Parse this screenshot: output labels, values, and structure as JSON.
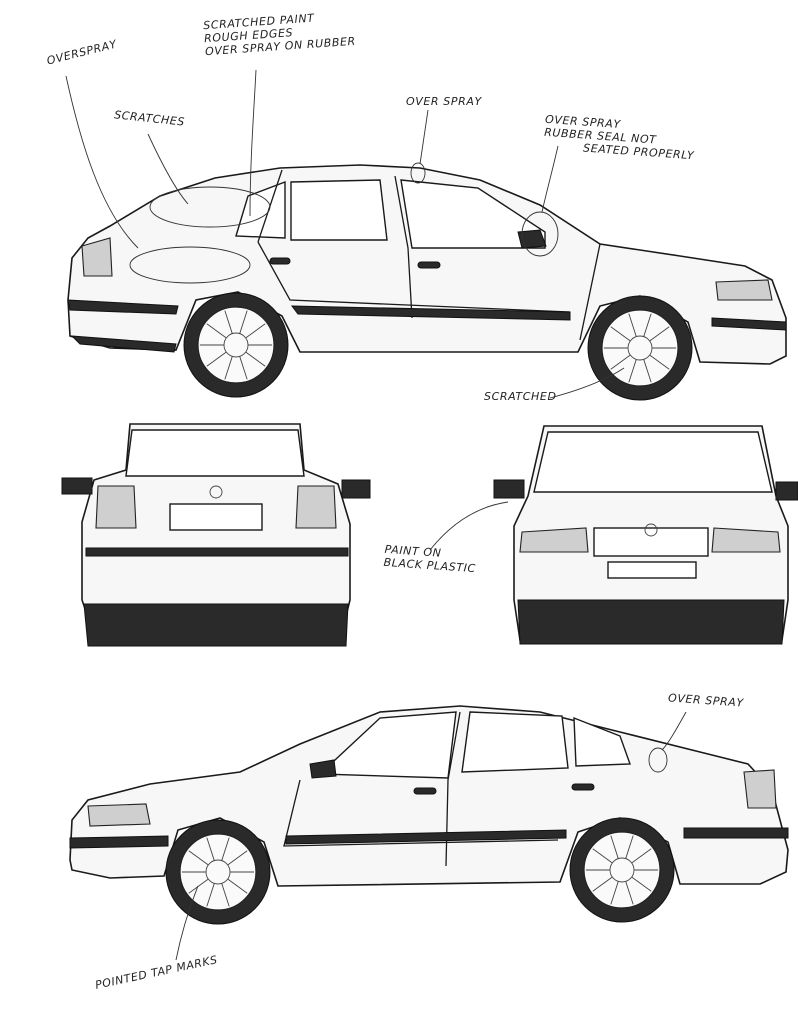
{
  "annotations": {
    "overspray_rear": {
      "lines": [
        "OVERSPRAY"
      ]
    },
    "scratches": {
      "lines": [
        "SCRATCHES"
      ]
    },
    "scratched_paint": {
      "lines": [
        "SCRATCHED PAINT",
        "ROUGH EDGES",
        "OVER SPRAY ON RUBBER"
      ]
    },
    "overspray_roof": {
      "lines": [
        "OVER SPRAY"
      ]
    },
    "overspray_seal": {
      "lines": [
        "OVER SPRAY",
        "RUBBER SEAL NOT",
        "SEATED PROPERLY"
      ]
    },
    "scratched_wheel": {
      "lines": [
        "SCRATCHED"
      ]
    },
    "paint_on_plastic": {
      "lines": [
        "PAINT ON",
        "BLACK PLASTIC"
      ]
    },
    "overspray_fuel": {
      "lines": [
        "OVER SPRAY"
      ]
    },
    "pointed_tap": {
      "lines": [
        "POINTED TAP MARKS"
      ]
    }
  },
  "colors": {
    "ink": "#1a1a1a",
    "paper": "#ffffff",
    "panel": "#f7f7f7",
    "trim": "#2a2a2a"
  }
}
